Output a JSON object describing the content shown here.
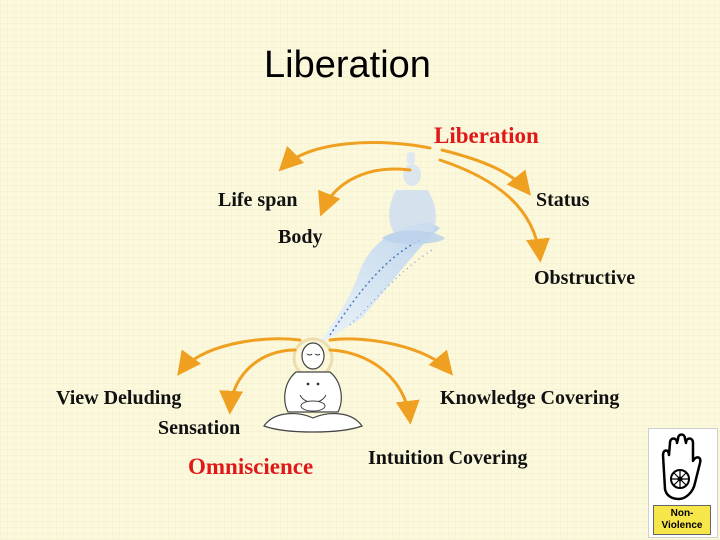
{
  "title": "Liberation",
  "labels": {
    "liberation": "Liberation",
    "life_span": "Life span",
    "body": "Body",
    "status": "Status",
    "obstructive": "Obstructive",
    "view_deluding": "View Deluding",
    "sensation": "Sensation",
    "omniscience": "Omniscience",
    "knowledge_covering": "Knowledge Covering",
    "intuition_covering": "Intuition Covering"
  },
  "logo": {
    "caption_line1": "Non-",
    "caption_line2": "Violence"
  },
  "colors": {
    "arrow": "#f0a020",
    "highlight_text": "#e01818",
    "spirit": "#c8dcf0",
    "logo_hand": "#000000",
    "logo_caption_bg": "#f7e64a"
  }
}
